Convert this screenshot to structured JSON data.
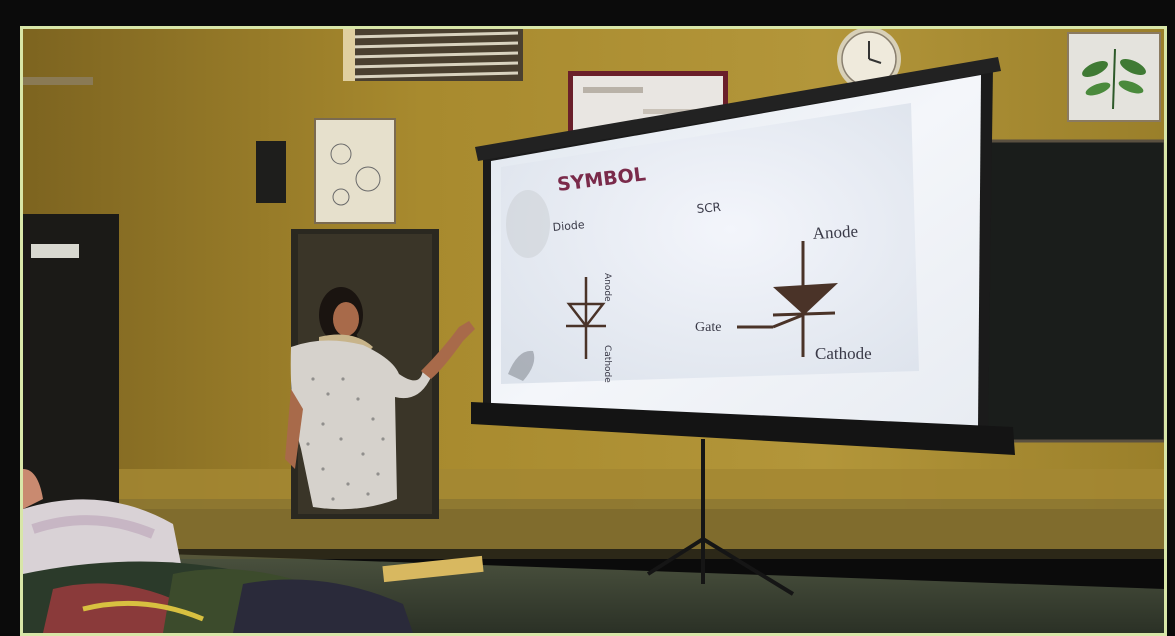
{
  "slide": {
    "title": "SYMBOL",
    "scr_heading": "SCR",
    "diode_heading": "Diode",
    "diode_anode": "Anode",
    "diode_cathode": "Cathode",
    "scr_anode": "Anode",
    "scr_gate": "Gate",
    "scr_cathode": "Cathode"
  },
  "colors": {
    "wall": "#b09232",
    "floor": "#3f4a3c",
    "title": "#7a2a4a",
    "symbol": "#4a3328",
    "frame": "#d8e6a8"
  }
}
